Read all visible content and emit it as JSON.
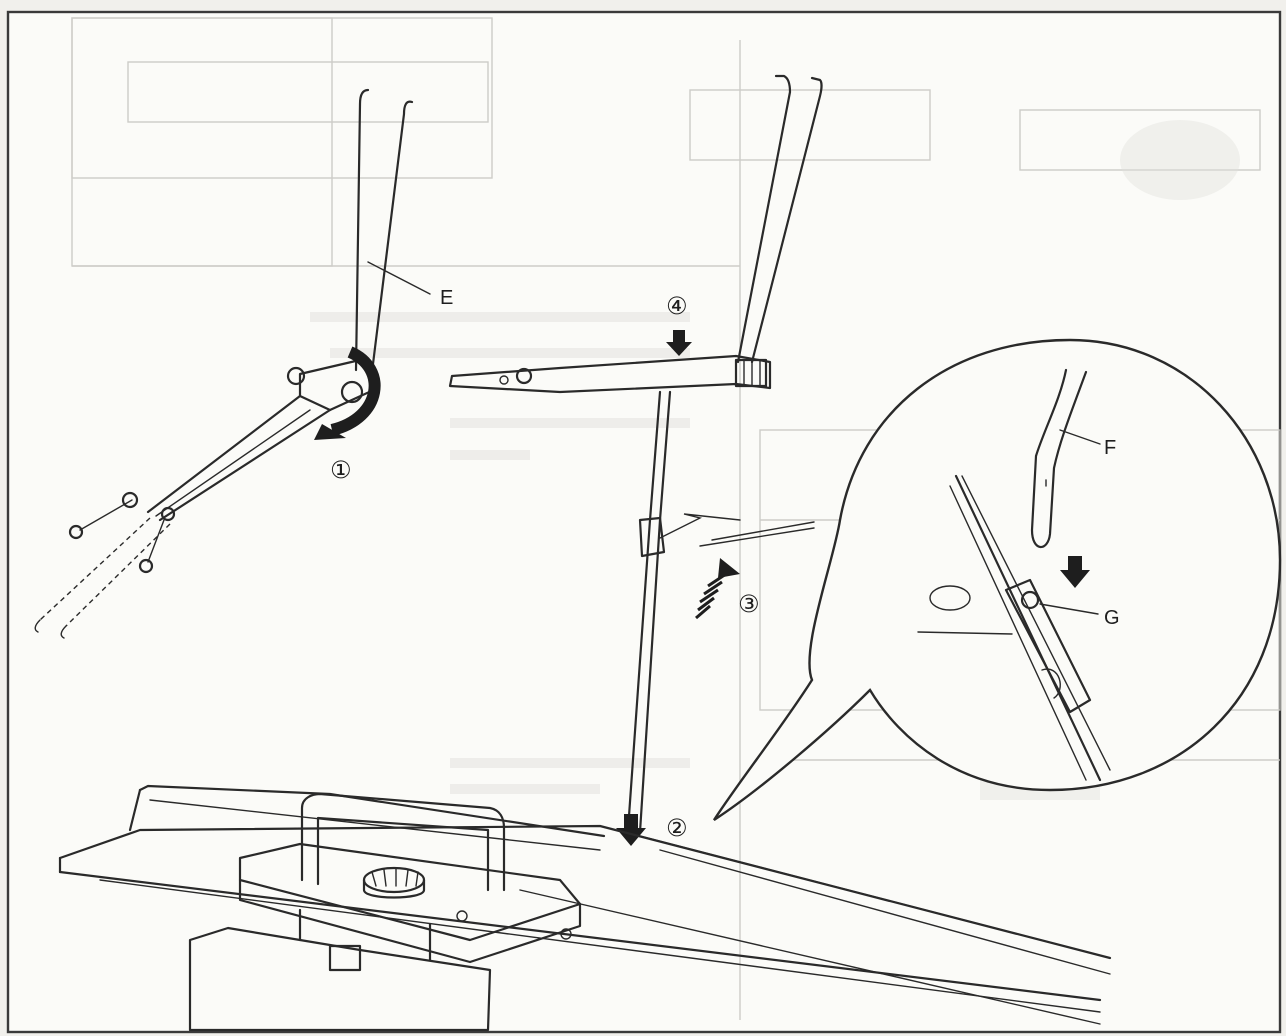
{
  "labels": {
    "E": "E",
    "F": "F",
    "G": "G"
  },
  "steps": {
    "one": "①",
    "two": "②",
    "three": "③",
    "four": "④"
  },
  "colors": {
    "ink": "#2a2a2a",
    "paper": "#f1f0ec",
    "ghost": "#c9c8c3"
  }
}
